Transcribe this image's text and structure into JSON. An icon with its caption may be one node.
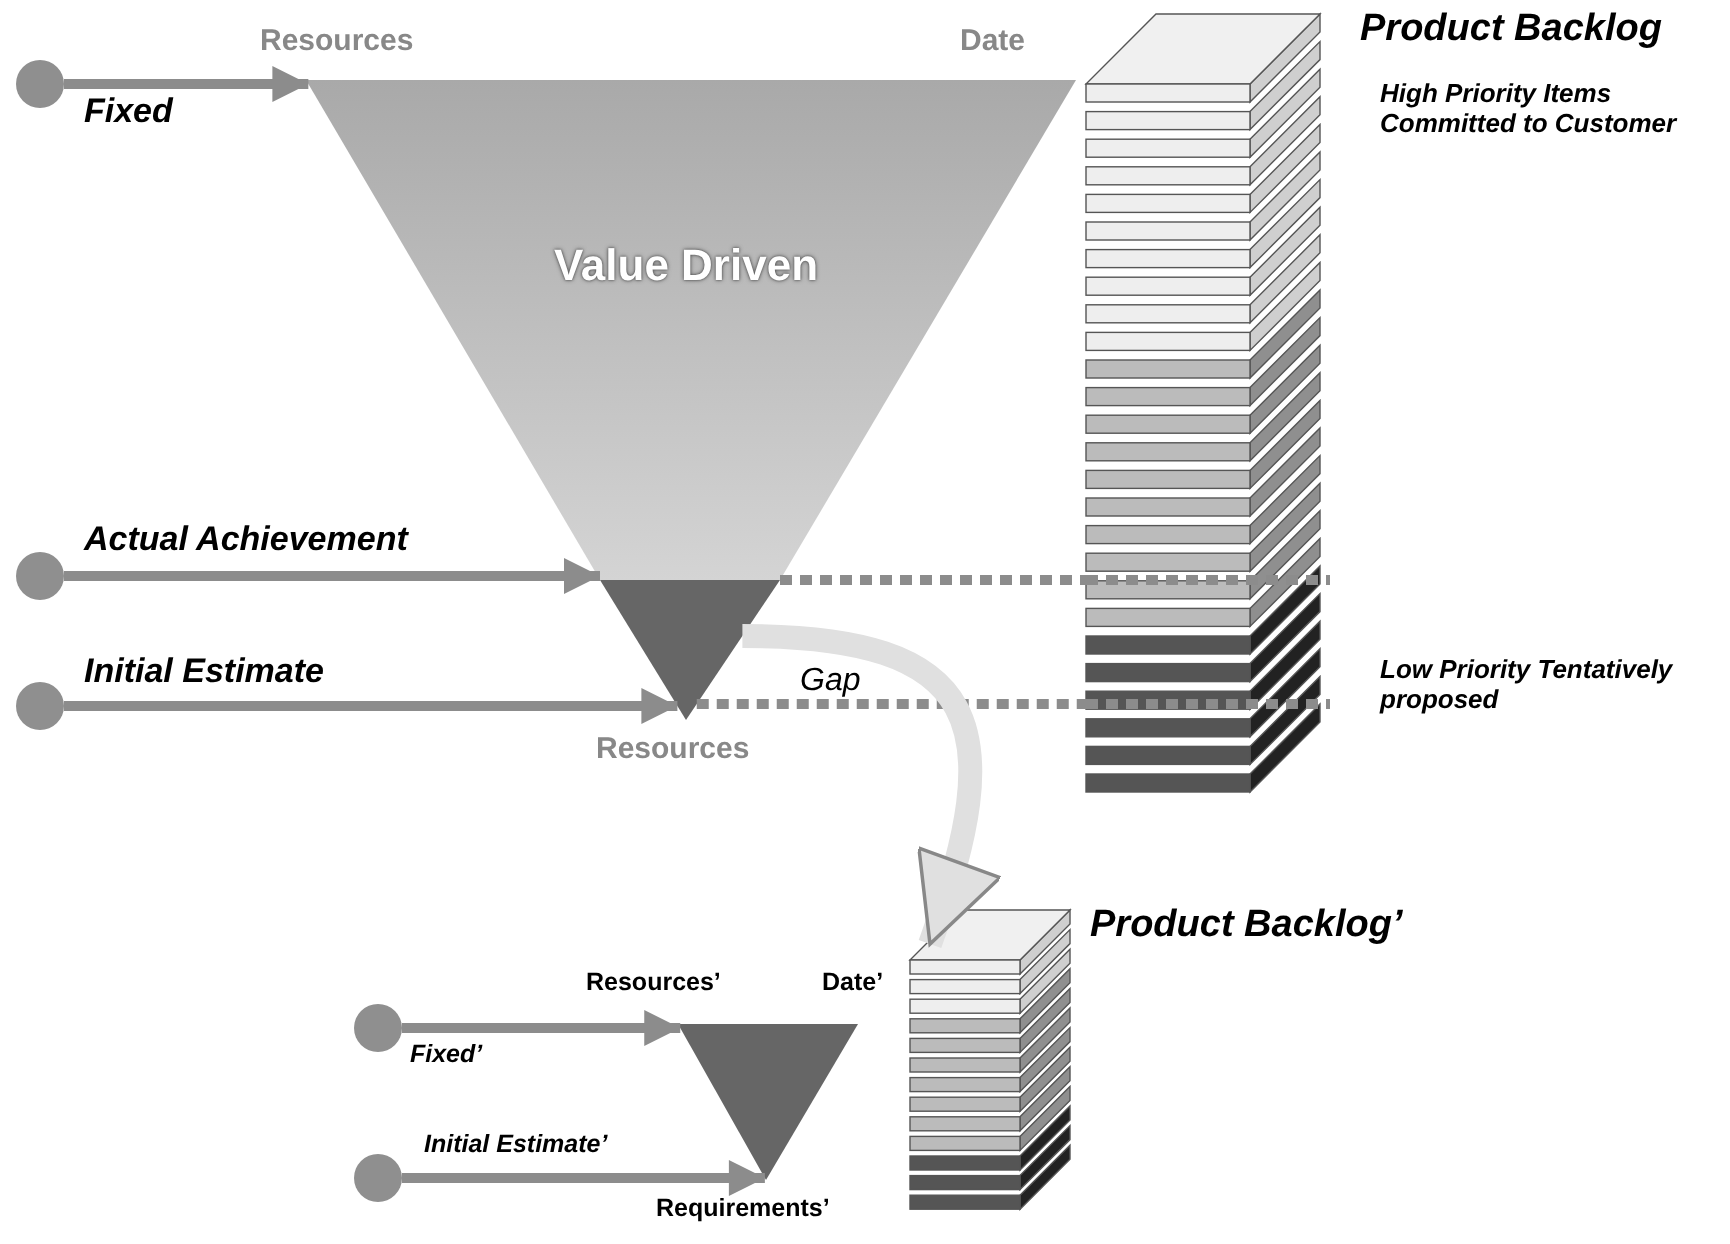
{
  "diagram": {
    "nodes": [
      {
        "text": [],
        "shape": "circle"
      },
      {
        "text": [
          "Value Driven"
        ],
        "beside": [
          "Resources",
          "Date"
        ]
      },
      {
        "text": [],
        "shape": "circle"
      },
      {
        "text": [],
        "shape": "triangle",
        "beside": [
          "Resources"
        ]
      },
      {
        "text": [],
        "shape": "circle"
      },
      {
        "text": [
          "Product Backlog",
          "High Priority Items Committed to Customer",
          "Low Priority Tentatively proposed"
        ]
      },
      {
        "text": [],
        "shape": "circle"
      },
      {
        "text": [],
        "shape": "triangle",
        "beside": [
          "Resources’",
          "Date’",
          "Requirements’"
        ]
      },
      {
        "text": [],
        "shape": "circle"
      },
      {
        "text": [
          "Product Backlog’"
        ]
      }
    ],
    "edges": [
      {
        "from": 0,
        "to": 1,
        "arrow": "to",
        "label": "Fixed"
      },
      {
        "from": 2,
        "to": 3,
        "arrow": "to",
        "label": "Actual Achievement"
      },
      {
        "from": 4,
        "to": 3,
        "arrow": "to",
        "label": "Initial Estimate"
      },
      {
        "from": 3,
        "to": 5,
        "arrow": "none",
        "style": "dashed"
      },
      {
        "from": 3,
        "to": 5,
        "arrow": "none",
        "style": "dashed"
      },
      {
        "from": 3,
        "to": 9,
        "arrow": "to",
        "label": "Gap",
        "style": "thick",
        "color": "#e0e0e0"
      },
      {
        "from": 6,
        "to": 7,
        "arrow": "to",
        "label": "Fixed’"
      },
      {
        "from": 8,
        "to": 7,
        "arrow": "to",
        "label": "Initial Estimate’"
      }
    ]
  }
}
